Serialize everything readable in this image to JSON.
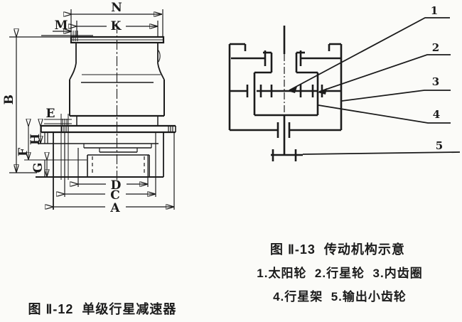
{
  "colors": {
    "ink": "#1b1b1b",
    "paper": "#fbfbf8"
  },
  "figure_left": {
    "caption": "图 Ⅱ-12  单级行星减速器",
    "labels": {
      "N": "N",
      "K": "K",
      "M": "M",
      "B": "B",
      "E": "E",
      "H": "H",
      "F": "F",
      "G": "G",
      "D": "D",
      "C": "C",
      "A": "A"
    }
  },
  "figure_right": {
    "caption": "图 Ⅱ-13  传动机构示意",
    "legend_row1": "1.太阳轮  2.行星轮  3.内齿圈",
    "legend_row2": "4.行星架  5.输出小齿轮",
    "part_numbers": {
      "n1": "1",
      "n2": "2",
      "n3": "3",
      "n4": "4",
      "n5": "5"
    }
  }
}
